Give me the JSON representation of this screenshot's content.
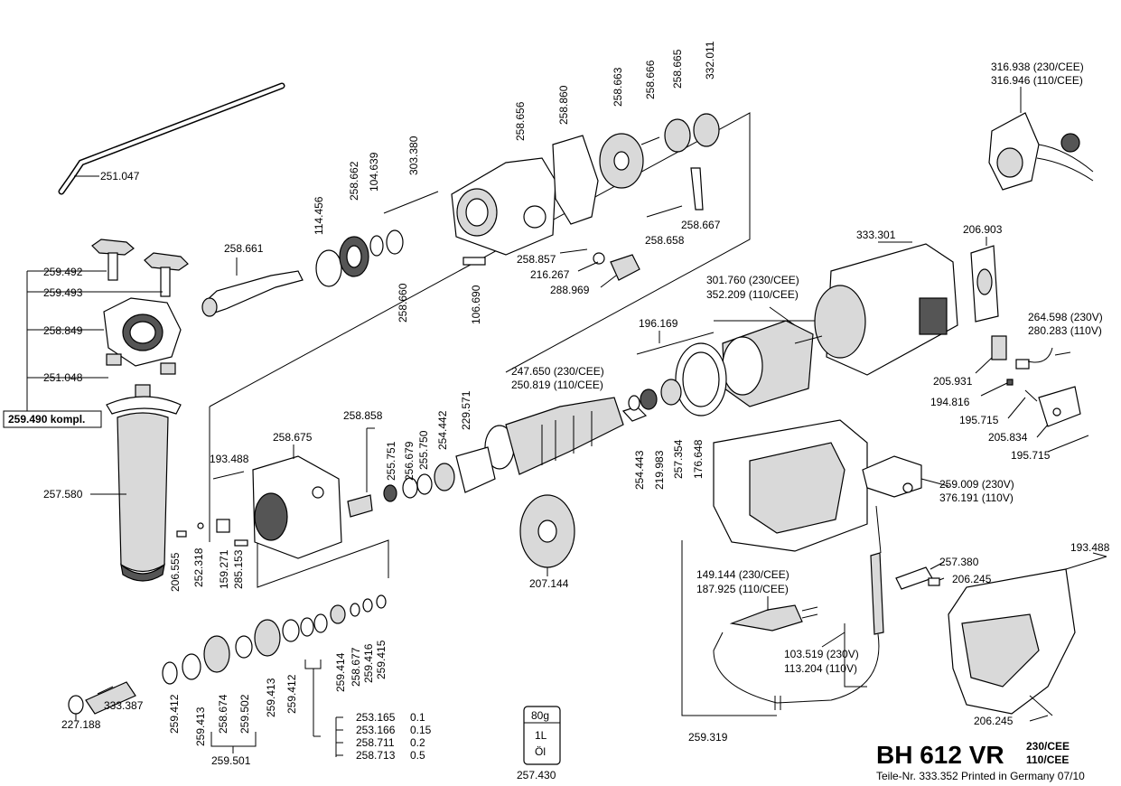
{
  "title": {
    "model": "BH 612 VR",
    "v1": "230/CEE",
    "v2": "110/CEE",
    "footer": "Teile-Nr. 333.352 Printed in Germany 07/10"
  },
  "kit_label": "259.490 kompl.",
  "oil": {
    "weight": "80g",
    "vol": "1L",
    "name": "Öl",
    "part": "257.430"
  },
  "shims": [
    {
      "part": "253.165",
      "size": "0.1"
    },
    {
      "part": "253.166",
      "size": "0.15"
    },
    {
      "part": "258.711",
      "size": "0.2"
    },
    {
      "part": "258.713",
      "size": "0.5"
    }
  ],
  "labels_h": {
    "p251047": "251.047",
    "p259492": "259.492",
    "p259493": "259.493",
    "p258849": "258.849",
    "p251048": "251.048",
    "p257580": "257.580",
    "p258661": "258.661",
    "p258857": "258.857",
    "p216267": "216.267",
    "p288969": "288.969",
    "p258667": "258.667",
    "p258658": "258.658",
    "p316938": "316.938 (230/CEE)",
    "p316946": "316.946 (110/CEE)",
    "p333301": "333.301",
    "p206903": "206.903",
    "p301760": "301.760 (230/CEE)",
    "p352209": "352.209 (110/CEE)",
    "p196169": "196.169",
    "p264598": "264.598 (230V)",
    "p280283": "280.283 (110V)",
    "p205931": "205.931",
    "p194816": "194.816",
    "p195715a": "195.715",
    "p205834": "205.834",
    "p195715b": "195.715",
    "p247650": "247.650 (230/CEE)",
    "p250819": "250.819 (110/CEE)",
    "p258858": "258.858",
    "p258675": "258.675",
    "p193488a": "193.488",
    "p207144": "207.144",
    "p259009": "259.009 (230V)",
    "p376191": "376.191 (110V)",
    "p193488b": "193.488",
    "p257380": "257.380",
    "p206245a": "206.245",
    "p149144": "149.144 (230/CEE)",
    "p187925": "187.925 (110/CEE)",
    "p103519": "103.519 (230V)",
    "p113204": "113.204 (110V)",
    "p206245b": "206.245",
    "p259319": "259.319",
    "p333387": "333.387",
    "p227188": "227.188",
    "p259501": "259.501"
  },
  "labels_v": {
    "p114456": "114.456",
    "p258662": "258.662",
    "p104639": "104.639",
    "p303380": "303.380",
    "p258656": "258.656",
    "p258860": "258.860",
    "p258663": "258.663",
    "p258666": "258.666",
    "p258665": "258.665",
    "p332011": "332.011",
    "p258660": "258.660",
    "p106690": "106.690",
    "p256679": "256.679",
    "p255751": "255.751",
    "p255750": "255.750",
    "p254442": "254.442",
    "p229571": "229.571",
    "p254443": "254.443",
    "p219983": "219.983",
    "p257354": "257.354",
    "p176648": "176.648",
    "p206555": "206.555",
    "p252318": "252.318",
    "p159271": "159.271",
    "p285153": "285.153",
    "p259412a": "259.412",
    "p259413a": "259.413",
    "p258674": "258.674",
    "p259502": "259.502",
    "p259413b": "259.413",
    "p259412b": "259.412",
    "p259414": "259.414",
    "p258677": "258.677",
    "p259416": "259.416",
    "p259415": "259.415"
  }
}
